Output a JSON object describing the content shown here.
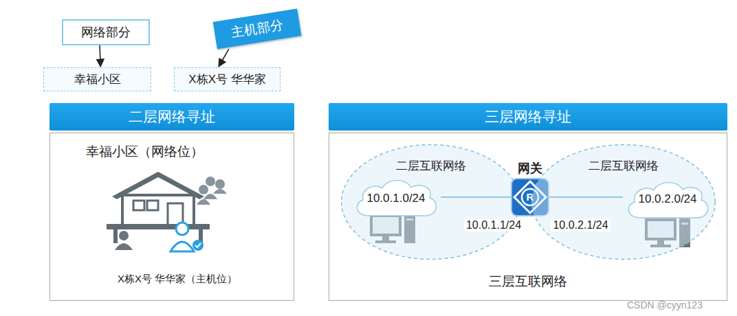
{
  "diagram": {
    "nodes": [
      {
        "text": [
          "网络部分"
        ]
      },
      {
        "text": [
          "幸福小区"
        ]
      },
      {
        "text": [
          "主机部分"
        ]
      },
      {
        "text": [
          "X栋X号 华华家"
        ]
      },
      {
        "text": [
          "二层网络寻址"
        ]
      },
      {
        "text": [
          "幸福小区（网络位）",
          "X栋X号 华华家（主机位）"
        ]
      },
      {
        "text": [
          "三层网络寻址"
        ]
      },
      {
        "text": [
          "三层互联网络"
        ]
      },
      {
        "text": [
          "二层互联网络"
        ],
        "in": 7
      },
      {
        "text": [
          "10.0.1.0/24"
        ],
        "in": 8
      },
      {
        "text": [
          "网关"
        ],
        "in": 7
      },
      {
        "text": [
          "二层互联网络"
        ],
        "in": 7
      },
      {
        "text": [
          "10.0.2.0/24"
        ],
        "in": 11
      }
    ],
    "edges": [
      {
        "from": 0,
        "to": 1,
        "arrow": "to"
      },
      {
        "from": 2,
        "to": 3,
        "arrow": "to"
      },
      {
        "from": 9,
        "to": 10,
        "label": "10.0.1.1/24",
        "arrow": "none"
      },
      {
        "from": 10,
        "to": 12,
        "label": "10.0.2.1/24",
        "arrow": "none"
      }
    ],
    "labels": [
      "R",
      "CSDN @cyyn123"
    ]
  }
}
